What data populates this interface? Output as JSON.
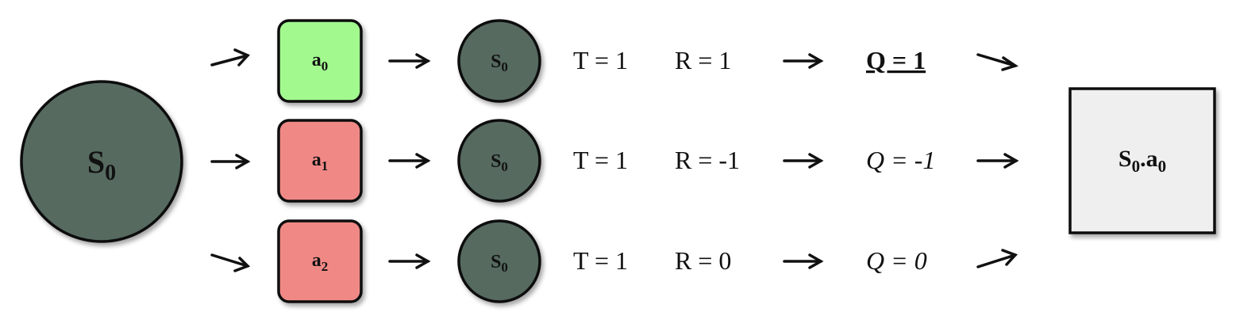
{
  "colors": {
    "state_fill": "#566b61",
    "action_best_fill": "#a2fa8f",
    "action_other_fill": "#f08986",
    "output_fill": "#efefef",
    "q_best_color": "#3b8a22",
    "q_other_color": "#e0352b",
    "stroke": "#111111"
  },
  "root_state": {
    "base": "S",
    "sub": "0"
  },
  "rows": [
    {
      "action": {
        "base": "a",
        "sub": "0",
        "best": true
      },
      "next_state": {
        "base": "S",
        "sub": "0"
      },
      "transition": "T = 1",
      "reward": "R = 1",
      "q": "Q = 1",
      "q_best": true
    },
    {
      "action": {
        "base": "a",
        "sub": "1",
        "best": false
      },
      "next_state": {
        "base": "S",
        "sub": "0"
      },
      "transition": "T = 1",
      "reward": "R = -1",
      "q": "Q = -1",
      "q_best": false
    },
    {
      "action": {
        "base": "a",
        "sub": "2",
        "best": false
      },
      "next_state": {
        "base": "S",
        "sub": "0"
      },
      "transition": "T = 1",
      "reward": "R = 0",
      "q": "Q = 0",
      "q_best": false
    }
  ],
  "result": {
    "state_base": "S",
    "state_sub": "0",
    "sep": ".",
    "action_base": "a",
    "action_sub": "0"
  }
}
